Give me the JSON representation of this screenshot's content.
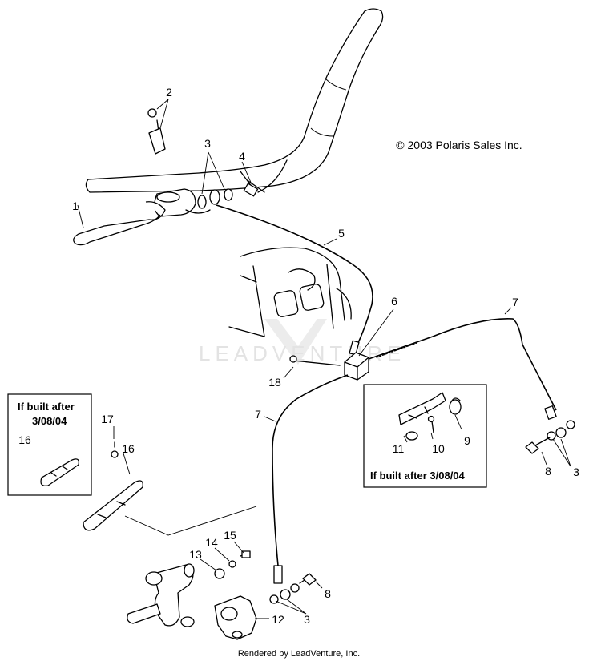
{
  "copyright": "© 2003 Polaris Sales Inc.",
  "footer": "Rendered by LeadVenture, Inc.",
  "watermark": "LEADVENTURE",
  "inset_left": {
    "line1": "If built after",
    "line2": "3/08/04"
  },
  "inset_right": {
    "title": "If built after 3/08/04"
  },
  "callouts": {
    "c1": "1",
    "c2": "2",
    "c3a": "3",
    "c4": "4",
    "c5": "5",
    "c6": "6",
    "c7a": "7",
    "c7b": "7",
    "c18": "18",
    "c17": "17",
    "c16a": "16",
    "c16b": "16",
    "c11": "11",
    "c10": "10",
    "c9": "9",
    "c8a": "8",
    "c3b": "3",
    "c15": "15",
    "c14": "14",
    "c13": "13",
    "c8b": "8",
    "c3c": "3",
    "c12": "12"
  }
}
